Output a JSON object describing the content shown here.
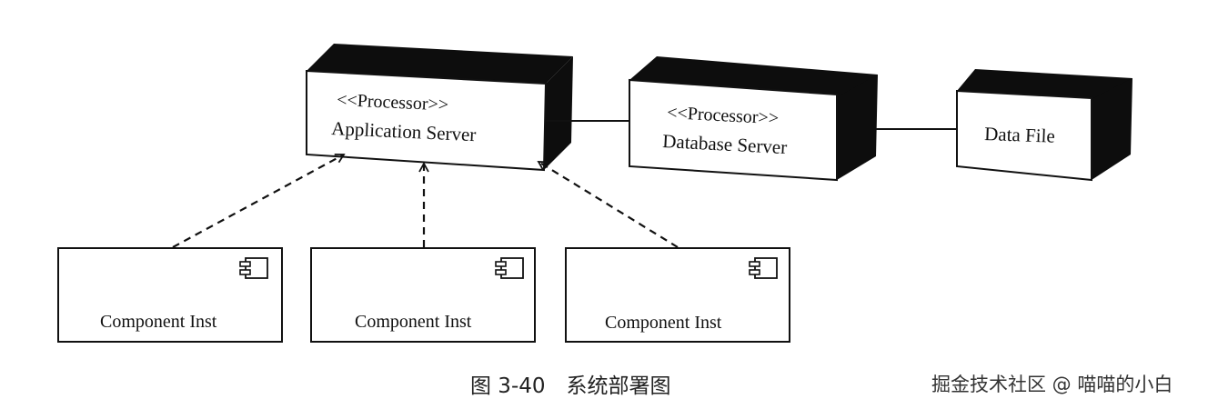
{
  "nodes": {
    "app_server": {
      "stereotype": "<<Processor>>",
      "name": "Application Server"
    },
    "db_server": {
      "stereotype": "<<Processor>>",
      "name": "Database Server"
    },
    "data_file": {
      "name": "Data File"
    }
  },
  "components": [
    {
      "label": "Component Inst"
    },
    {
      "label": "Component Inst"
    },
    {
      "label": "Component Inst"
    }
  ],
  "caption": "图 3-40　系统部署图",
  "watermark": "掘金技术社区 @ 喵喵的小白"
}
